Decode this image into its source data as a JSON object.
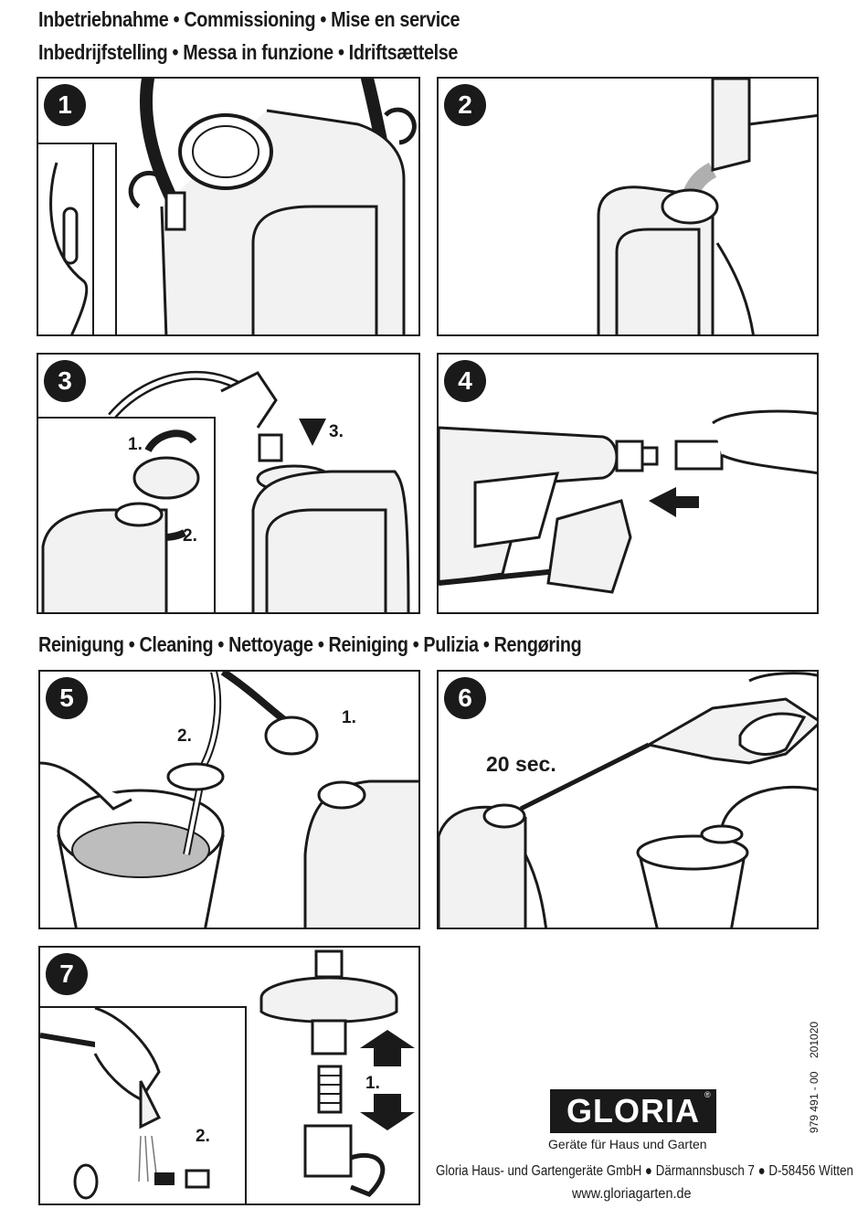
{
  "headings": {
    "commissioning_line1": "Inbetriebnahme • Commissioning • Mise en service",
    "commissioning_line2": "Inbedrijfstelling • Messa in funzione • Idriftsættelse",
    "cleaning": "Reinigung • Cleaning • Nettoyage • Reiniging • Pulizia • Rengøring"
  },
  "steps": [
    {
      "number": "1"
    },
    {
      "number": "2"
    },
    {
      "number": "3",
      "labels": [
        "1.",
        "2.",
        "3."
      ]
    },
    {
      "number": "4"
    },
    {
      "number": "5",
      "labels": [
        "2.",
        "1."
      ]
    },
    {
      "number": "6",
      "labels": [
        "20 sec."
      ]
    },
    {
      "number": "7",
      "labels": [
        "1.",
        "2."
      ]
    }
  ],
  "footer": {
    "brand": "GLORIA",
    "registered": "®",
    "tagline": "Geräte für Haus und Garten",
    "address": "Gloria Haus- und Gartengeräte GmbH ● Därmannsbusch 7 ● D-58456 Witten",
    "website": "www.gloriagarten.de",
    "doc_number": "979 491 - 00",
    "date_code": "201020"
  }
}
